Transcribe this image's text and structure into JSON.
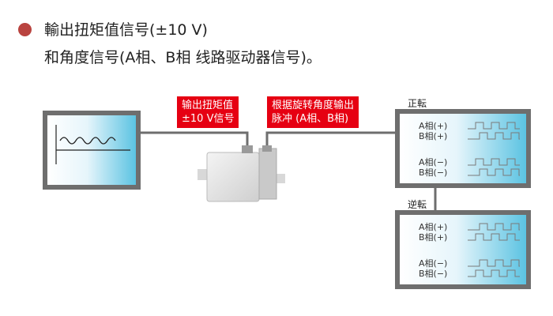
{
  "heading": {
    "line1": "輸出扭矩值信号(±10 V)",
    "line2": "和角度信号(A相、B相  线路驱动器信号)。"
  },
  "labels": {
    "torque_line1": "输出扭矩值",
    "torque_line2": "±10 V信号",
    "angle_line1": "根据旋转角度输出",
    "angle_line2": "脉冲 (A相、B相)"
  },
  "panels": {
    "forward": {
      "title": "正転",
      "a_plus": "A相(+)",
      "b_plus": "B相(+)",
      "a_minus": "A相(−)",
      "b_minus": "B相(−)"
    },
    "reverse": {
      "title": "逆転",
      "a_plus": "A相(+)",
      "b_plus": "B相(+)",
      "a_minus": "A相(−)",
      "b_minus": "B相(−)"
    }
  },
  "colors": {
    "bullet": "#b9433f",
    "tag_red": "#e60012",
    "line_gray": "#6e6e6e",
    "screen_blue": "#5bc3e2"
  }
}
